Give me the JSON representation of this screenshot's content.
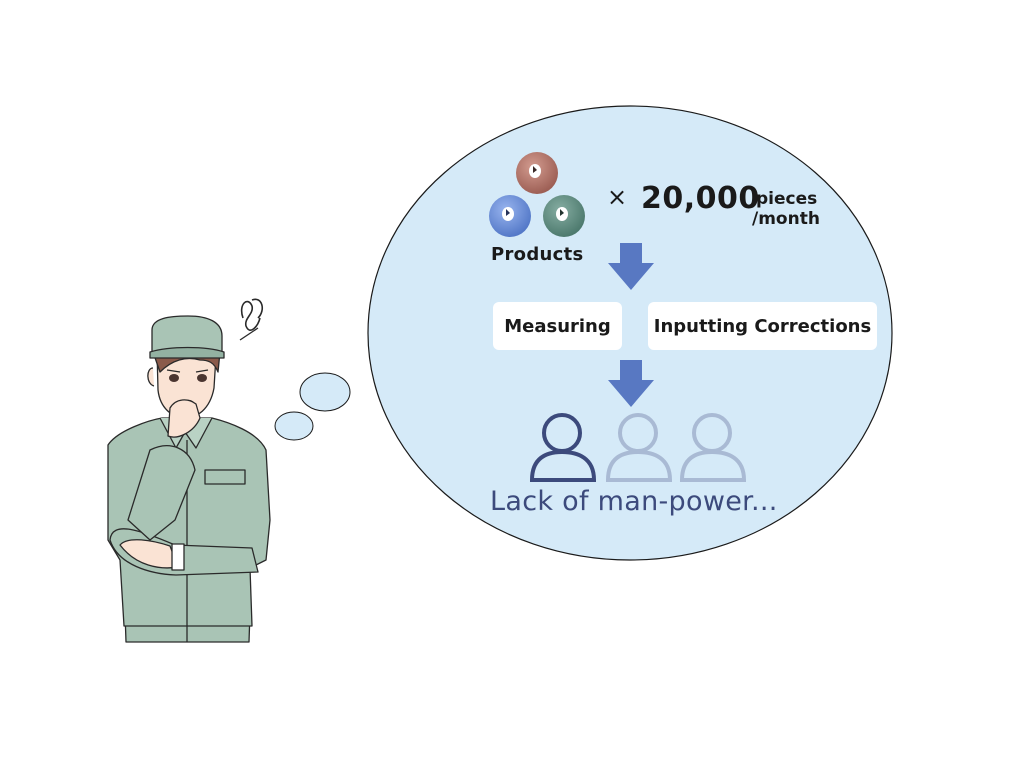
{
  "diagram": {
    "products_label": "Products",
    "multiply_sign": "×",
    "quantity": "20,000",
    "quantity_unit_line1": "pieces",
    "quantity_unit_line2": "/month",
    "steps": [
      "Measuring",
      "Inputting Corrections"
    ],
    "conclusion": "Lack of man-power...",
    "people": [
      {
        "icon": "person-icon",
        "state": "filled"
      },
      {
        "icon": "person-icon",
        "state": "faded"
      },
      {
        "icon": "person-icon",
        "state": "faded"
      }
    ],
    "product_colors": [
      "#b5766a",
      "#6b8fd6",
      "#5d8d80"
    ],
    "colors": {
      "bubble": "#d5eaf8",
      "arrow": "#5878c2",
      "person_active": "#3c4a7c",
      "person_faded": "#a9bad4",
      "worker_suit": "#a9c4b5"
    }
  }
}
